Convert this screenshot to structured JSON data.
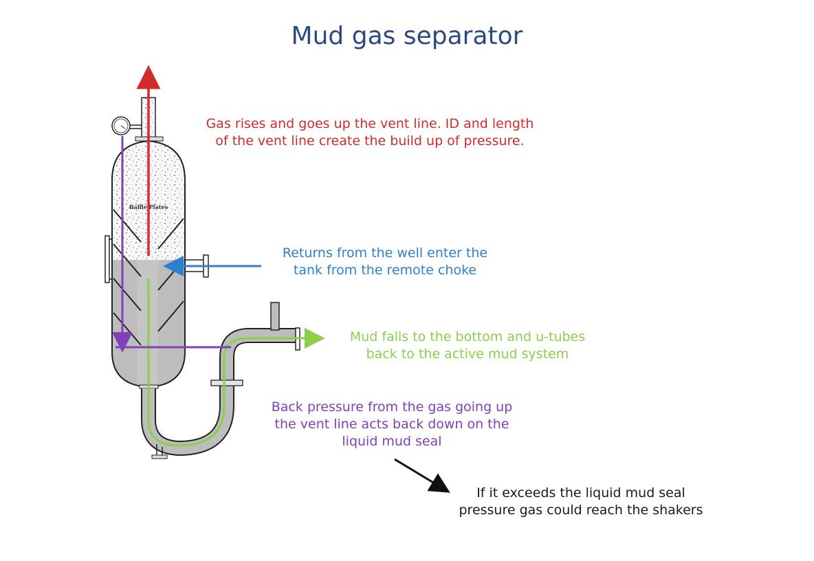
{
  "title": "Mud gas separator",
  "vessel": {
    "internal_label": "Baffle Plates"
  },
  "annotations": {
    "gas": {
      "lines": [
        "Gas rises and goes up the vent line.  ID and length",
        "of the vent line create the build up of pressure."
      ],
      "color": "#d42a2a"
    },
    "returns": {
      "lines": [
        "Returns from the well enter the",
        "tank from the remote choke"
      ],
      "color": "#2f7fcf"
    },
    "mud": {
      "lines": [
        "Mud falls to the bottom and u-tubes",
        "back to the active mud system"
      ],
      "color": "#8ccf4a"
    },
    "back_pressure": {
      "lines": [
        "Back pressure from the gas going up",
        "the vent line acts back down on the",
        "liquid mud seal"
      ],
      "color": "#8040b8"
    },
    "warning": {
      "lines": [
        "If it exceeds the liquid mud seal",
        "pressure gas could reach the shakers"
      ],
      "color": "#1a1a1a"
    }
  },
  "colors": {
    "title": "#2b4a85",
    "liquid": "#bdbdbd",
    "gas_region": "#f7f7f7",
    "outline": "#222222"
  }
}
